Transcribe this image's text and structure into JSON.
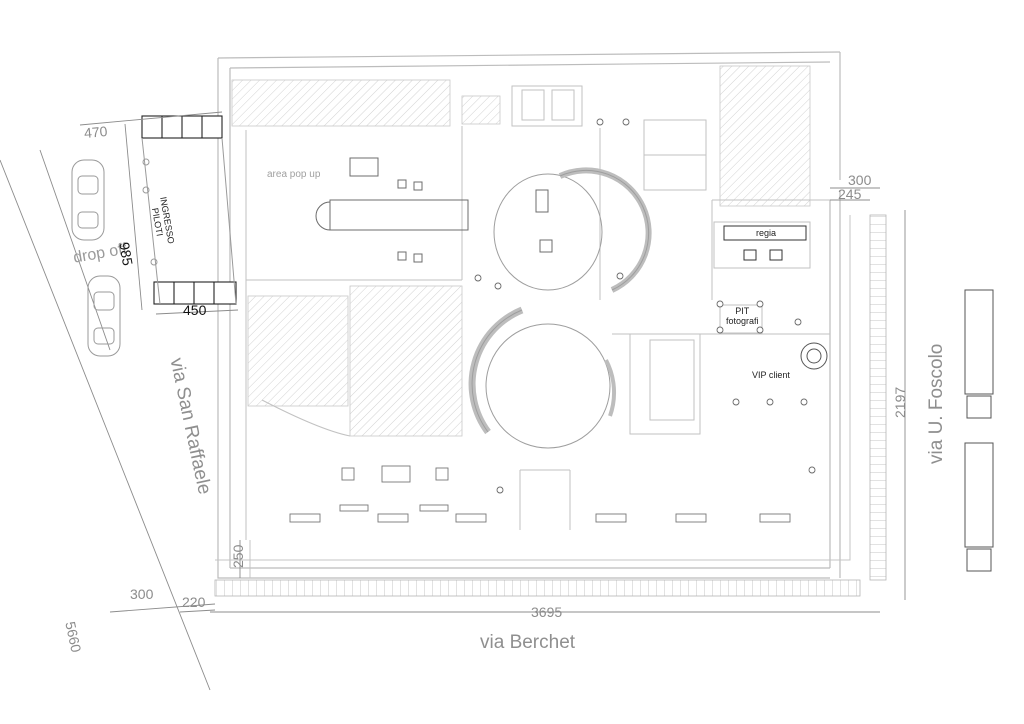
{
  "streets": {
    "west": "via San Raffaele",
    "east": "via U. Foscolo",
    "south": "via Berchet"
  },
  "areas": {
    "pop_up": "area pop up",
    "ingresso_line1": "INGRESSO",
    "ingresso_line2": "PILOTI",
    "regia": "regia",
    "pit_line1": "PIT",
    "pit_line2": "fotografi",
    "vip": "VIP client",
    "drop_off": "drop off"
  },
  "dimensions": {
    "d470": "470",
    "d985": "985",
    "d450": "450",
    "d300_top": "300",
    "d245": "245",
    "d2197": "2197",
    "d250": "250",
    "d300_left": "300",
    "d220": "220",
    "d3695": "3695",
    "d5660": "5660"
  },
  "colors": {
    "line": "#bcbcbc",
    "dark_line": "#333333",
    "hatch": "#d0d0d0",
    "text": "#9a9a9a"
  }
}
